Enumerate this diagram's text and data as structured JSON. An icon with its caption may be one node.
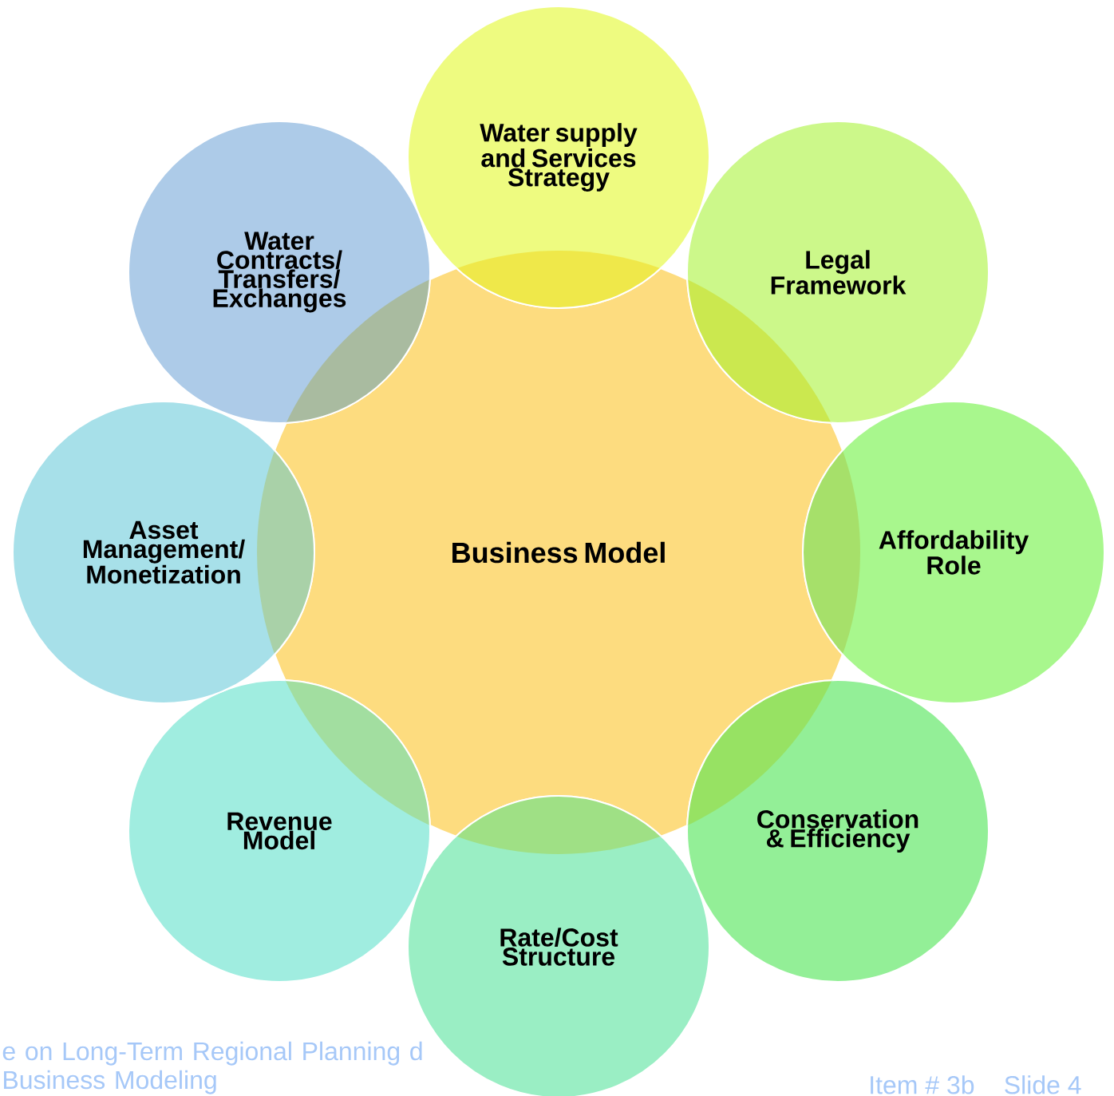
{
  "diagram": {
    "nodes": [
      {
        "text": [
          "Business Model"
        ]
      },
      {
        "text": [
          "Water supply and Services Strategy"
        ]
      },
      {
        "text": [
          "Legal Framework"
        ]
      },
      {
        "text": [
          "Affordability Role"
        ]
      },
      {
        "text": [
          "Conservation & Efficiency"
        ]
      },
      {
        "text": [
          "Rate/Cost Structure"
        ]
      },
      {
        "text": [
          "Revenue Model"
        ]
      },
      {
        "text": [
          "Asset Management/ Monetization"
        ]
      },
      {
        "text": [
          "Water Contracts/ Transfers/ Exchanges"
        ]
      }
    ],
    "labels": [
      "e on Long-Term Regional Planning d Business Modeling",
      "Item # 3b",
      "Slide 4"
    ]
  }
}
